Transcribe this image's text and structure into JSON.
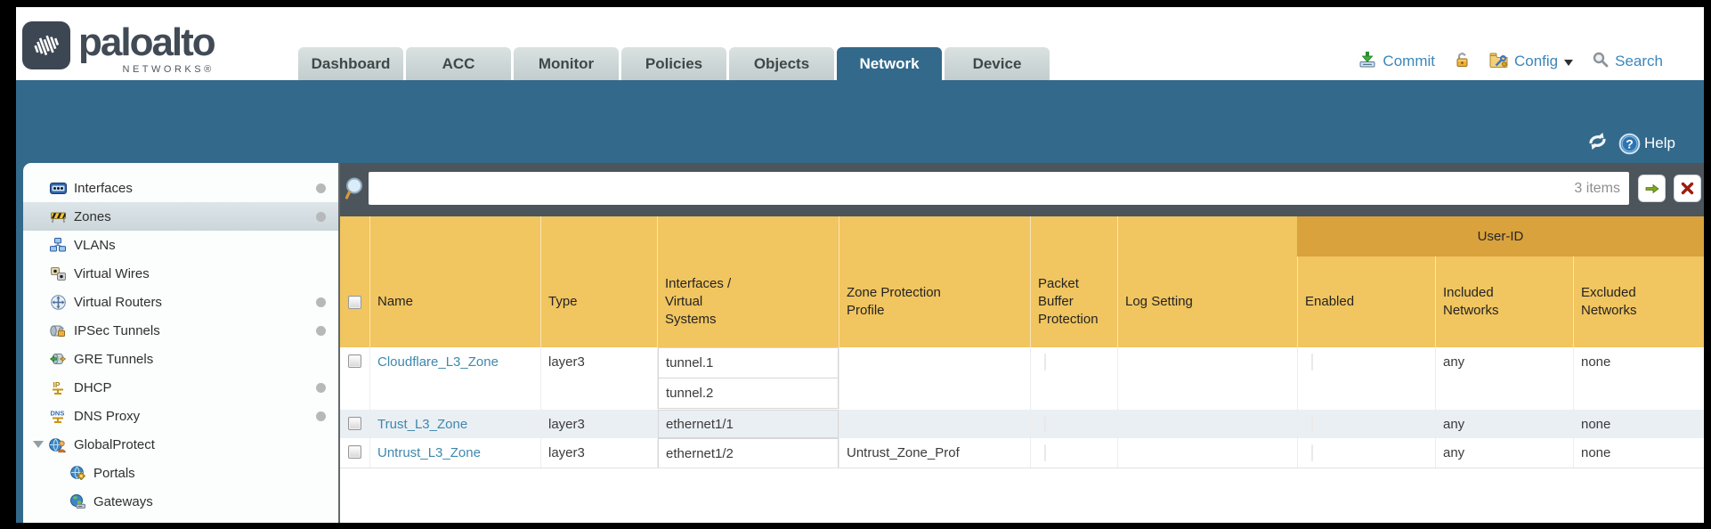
{
  "header": {
    "logo": {
      "brand": "paloalto",
      "sub": "NETWORKS®"
    },
    "tabs": [
      {
        "label": "Dashboard",
        "active": false
      },
      {
        "label": "ACC",
        "active": false
      },
      {
        "label": "Monitor",
        "active": false
      },
      {
        "label": "Policies",
        "active": false
      },
      {
        "label": "Objects",
        "active": false
      },
      {
        "label": "Network",
        "active": true
      },
      {
        "label": "Device",
        "active": false
      }
    ],
    "actions": {
      "commit": "Commit",
      "config": "Config",
      "search": "Search"
    }
  },
  "banner": {
    "help": "Help"
  },
  "sidebar": {
    "items": [
      {
        "label": "Interfaces",
        "icon": "interfaces-icon",
        "dot": true,
        "selected": false
      },
      {
        "label": "Zones",
        "icon": "zones-icon",
        "dot": true,
        "selected": true
      },
      {
        "label": "VLANs",
        "icon": "vlans-icon",
        "dot": false,
        "selected": false
      },
      {
        "label": "Virtual Wires",
        "icon": "virtual-wires-icon",
        "dot": false,
        "selected": false
      },
      {
        "label": "Virtual Routers",
        "icon": "virtual-routers-icon",
        "dot": true,
        "selected": false
      },
      {
        "label": "IPSec Tunnels",
        "icon": "ipsec-tunnels-icon",
        "dot": true,
        "selected": false
      },
      {
        "label": "GRE Tunnels",
        "icon": "gre-tunnels-icon",
        "dot": false,
        "selected": false
      },
      {
        "label": "DHCP",
        "icon": "dhcp-icon",
        "dot": true,
        "selected": false
      },
      {
        "label": "DNS Proxy",
        "icon": "dns-proxy-icon",
        "dot": true,
        "selected": false
      },
      {
        "label": "GlobalProtect",
        "icon": "globalprotect-icon",
        "dot": false,
        "selected": false,
        "expanded": true
      },
      {
        "label": "Portals",
        "icon": "portals-icon",
        "dot": false,
        "selected": false,
        "child": true
      },
      {
        "label": "Gateways",
        "icon": "gateways-icon",
        "dot": false,
        "selected": false,
        "child": true
      }
    ]
  },
  "toolbar": {
    "search_value": "",
    "count": "3 items"
  },
  "table": {
    "group_header": "User-ID",
    "columns": [
      "Name",
      "Type",
      "Interfaces / Virtual Systems",
      "Zone Protection Profile",
      "Packet Buffer Protection",
      "Log Setting",
      "Enabled",
      "Included Networks",
      "Excluded Networks"
    ],
    "rows": [
      {
        "name": "Cloudflare_L3_Zone",
        "type": "layer3",
        "interfaces": [
          "tunnel.1",
          "tunnel.2"
        ],
        "zone_protection_profile": "",
        "log_setting": "",
        "included_networks": "any",
        "excluded_networks": "none"
      },
      {
        "name": "Trust_L3_Zone",
        "type": "layer3",
        "interfaces": [
          "ethernet1/1"
        ],
        "zone_protection_profile": "",
        "log_setting": "",
        "included_networks": "any",
        "excluded_networks": "none"
      },
      {
        "name": "Untrust_L3_Zone",
        "type": "layer3",
        "interfaces": [
          "ethernet1/2"
        ],
        "zone_protection_profile": "Untrust_Zone_Prof",
        "log_setting": "",
        "included_networks": "any",
        "excluded_networks": "none"
      }
    ]
  },
  "colors": {
    "teal": "#33698b",
    "slate_toolbar": "#4b555b",
    "header_amber": "#f1c55f",
    "userid_amber": "#daa23c",
    "link_blue": "#3e88ad",
    "action_blue": "#3c86bb",
    "alt_row": "#eaeff4"
  }
}
